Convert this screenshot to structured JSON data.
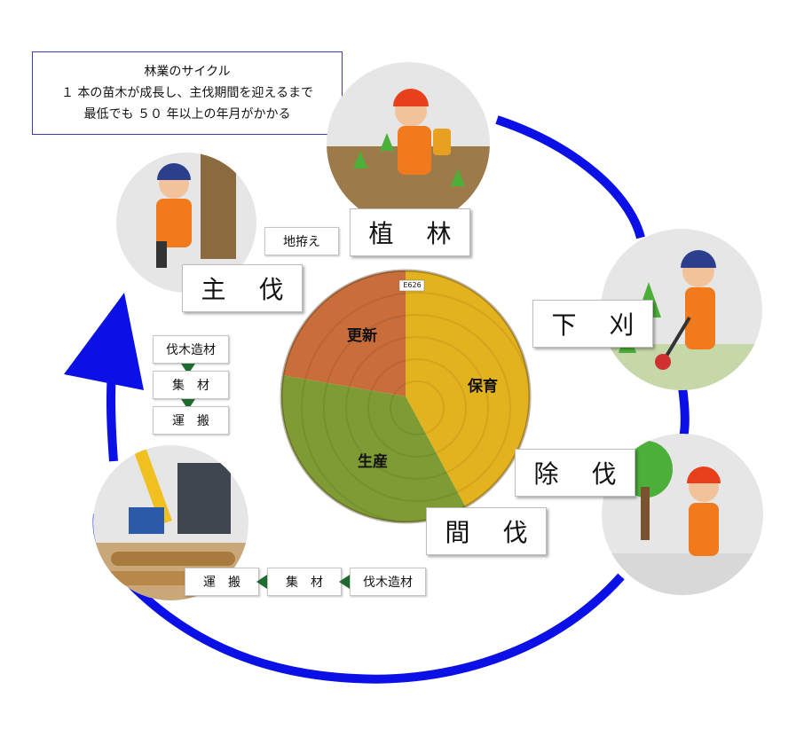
{
  "note": {
    "line1": "林業のサイクル",
    "line2": "１ 本の苗木が成長し、主伐期間を迎えるまで",
    "line3": "最低でも ５０ 年以上の年月がかかる"
  },
  "stages": {
    "planting": "植 林",
    "weeding": "下 刈",
    "cleaning": "除 伐",
    "thinning": "間 伐",
    "harvest": "主 伐"
  },
  "site_prep": "地拵え",
  "harvest_steps": [
    "伐木造材",
    "集　材",
    "運　搬"
  ],
  "thinning_steps": [
    "運　搬",
    "集　材",
    "伐木造材"
  ],
  "pie": {
    "labels": {
      "renewal": "更新",
      "tending": "保育",
      "production": "生産"
    },
    "stamp": "E626"
  },
  "colors": {
    "cycle_arrow": "#0a10e6",
    "step_arrow": "#1d6b2e",
    "renewal": "#c96d3b",
    "tending": "#e2b21f",
    "production": "#7f9b33"
  }
}
